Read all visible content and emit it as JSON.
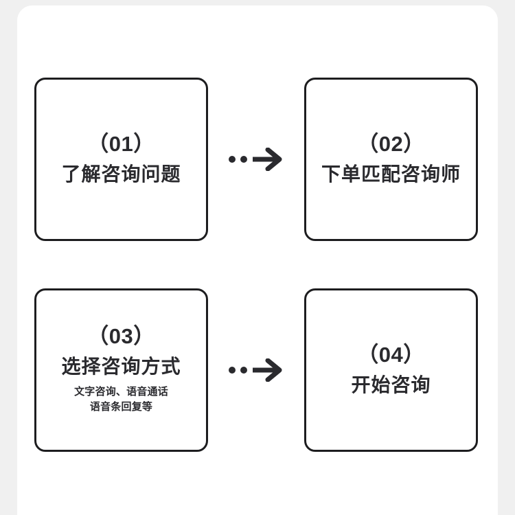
{
  "diagram": {
    "type": "flow-steps",
    "background_color": "#f0f0f0",
    "panel_color": "#ffffff",
    "ink_color": "#2a2a2e",
    "steps": [
      {
        "index_label": "（01）",
        "title": "了解咨询问题",
        "subtitle_lines": []
      },
      {
        "index_label": "（02）",
        "title": "下单匹配咨询师",
        "subtitle_lines": []
      },
      {
        "index_label": "（03）",
        "title": "选择咨询方式",
        "subtitle_lines": [
          "文字咨询、语音通话",
          "语音条回复等"
        ]
      },
      {
        "index_label": "（04）",
        "title": "开始咨询",
        "subtitle_lines": []
      }
    ],
    "connectors": [
      {
        "name": "dotted-arrow-right",
        "from": "（01）",
        "to": "（02）",
        "style": "dotted-then-solid-arrow"
      },
      {
        "name": "dotted-arrow-right",
        "from": "（03）",
        "to": "（04）",
        "style": "dotted-then-solid-arrow"
      }
    ]
  }
}
